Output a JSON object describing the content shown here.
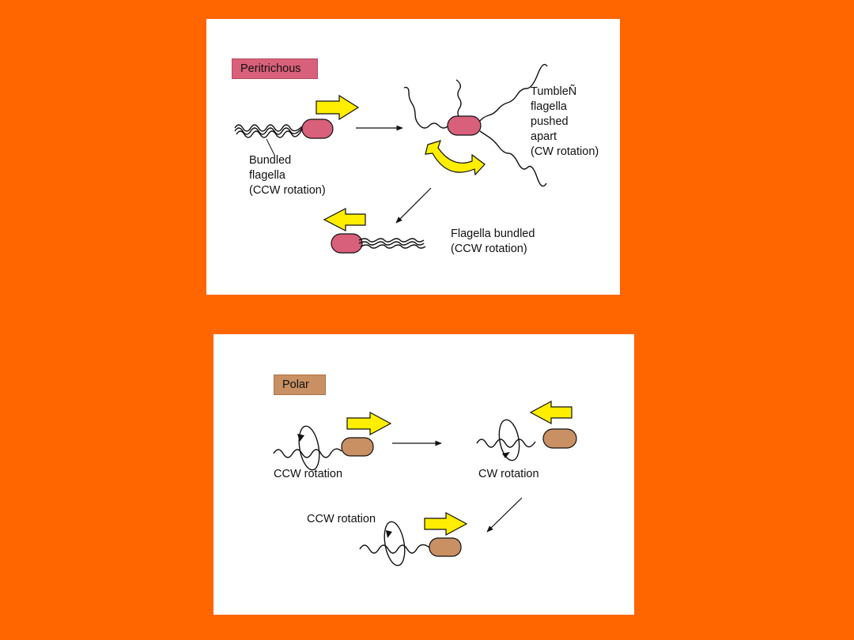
{
  "peritrichous": {
    "tag": "Peritrichous",
    "bundled_label": [
      "Bundled",
      "flagella",
      "(CCW rotation)"
    ],
    "tumble_label": [
      "TumbleÑ",
      "flagella",
      "pushed",
      "apart",
      "(CW rotation)"
    ],
    "rebundled_label": [
      "Flagella bundled",
      "(CCW rotation)"
    ]
  },
  "polar": {
    "tag": "Polar",
    "ccw_label_1": "CCW rotation",
    "cw_label": "CW rotation",
    "ccw_label_2": "CCW rotation"
  },
  "colors": {
    "background": "#ff6600",
    "peritrichous_cell": "#d9607a",
    "polar_cell": "#c99063",
    "arrow_fill": "#ffee00"
  }
}
